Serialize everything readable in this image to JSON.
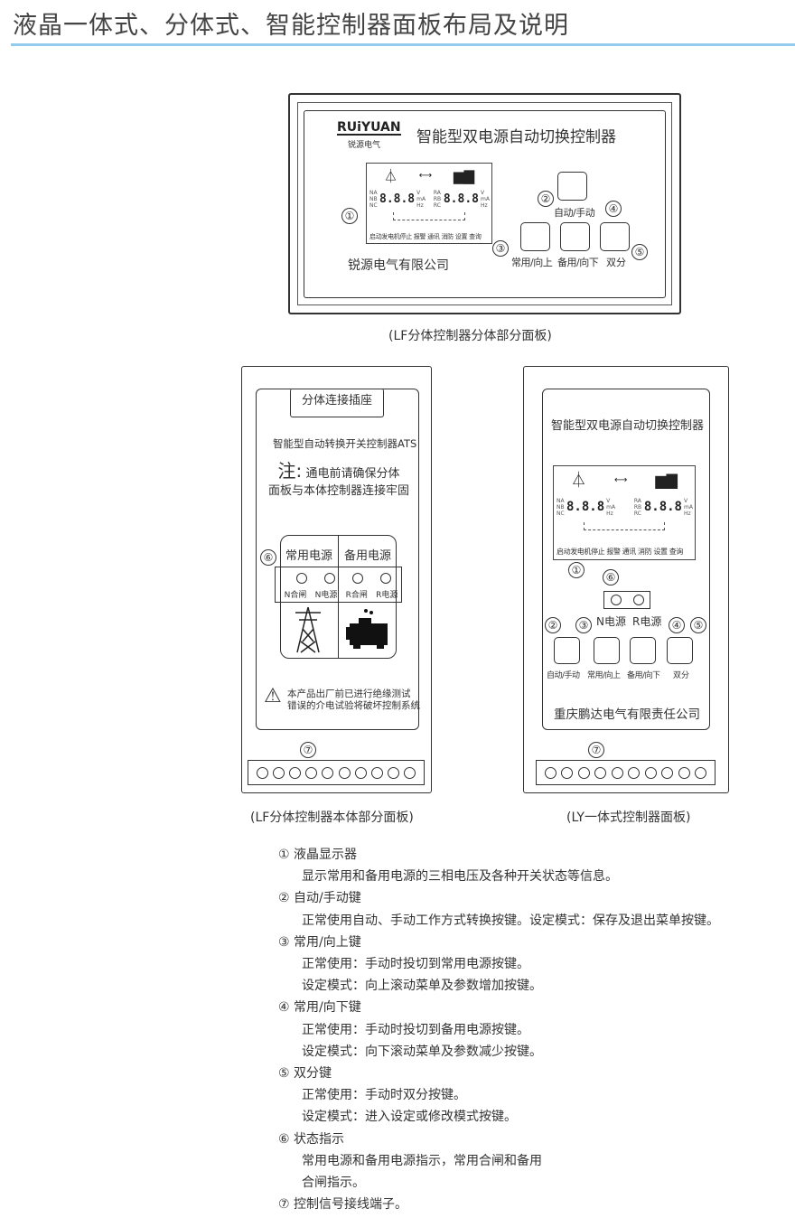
{
  "page": {
    "title": "液晶一体式、分体式、智能控制器面板布局及说明",
    "accent": "#93cbec"
  },
  "split_panel": {
    "logo": "RUiYUAN",
    "logo_cn": "锐源电气",
    "title": "智能型双电源自动切换控制器",
    "company": "锐源电气有限公司",
    "buttons": {
      "auto": "自动/手动",
      "normal": "常用/向上",
      "backup": "备用/向下",
      "off": "双分"
    },
    "caption": "(LF分体控制器分体部分面板)"
  },
  "lcd": {
    "left_phases": "NA NB NC",
    "right_phases": "RA RB RC",
    "digits": "8.8.8",
    "units": "V mA Hz",
    "status_row": "启动发电机停止 报警  通讯  消防  设置  查询"
  },
  "body_panel": {
    "socket": "分体连接插座",
    "title": "智能型自动转换开关控制器ATS",
    "note_label": "注:",
    "note_line1": "通电前请确保分体",
    "note_line2": "面板与本体控制器连接牢固",
    "normal_source": "常用电源",
    "backup_source": "备用电源",
    "indicators": [
      "N合闸",
      "N电源",
      "R合闸",
      "R电源"
    ],
    "warning_line1": "本产品出厂前已进行绝缘测试",
    "warning_line2": "错误的介电试验将破坏控制系统",
    "caption": "(LF分体控制器本体部分面板)"
  },
  "integrated_panel": {
    "title": "智能型双电源自动切换控制器",
    "n_source": "N电源",
    "r_source": "R电源",
    "buttons": [
      "自动/手动",
      "常用/向上",
      "备用/向下",
      "双分"
    ],
    "company": "重庆鹏达电气有限责任公司",
    "caption": "(LY一体式控制器面板)"
  },
  "markers": [
    "①",
    "②",
    "③",
    "④",
    "⑤",
    "⑥",
    "⑦"
  ],
  "descriptions": [
    {
      "head": "① 液晶显示器",
      "lines": [
        "显示常用和备用电源的三相电压及各种开关状态等信息。"
      ]
    },
    {
      "head": "② 自动/手动键",
      "lines": [
        "正常使用自动、手动工作方式转换按键。设定模式：保存及退出菜单按键。"
      ]
    },
    {
      "head": "③ 常用/向上键",
      "lines": [
        "正常使用：手动时投切到常用电源按键。",
        "设定模式：向上滚动菜单及参数增加按键。"
      ]
    },
    {
      "head": "④ 常用/向下键",
      "lines": [
        "正常使用：手动时投切到备用电源按键。",
        "设定模式：向下滚动菜单及参数减少按键。"
      ]
    },
    {
      "head": "⑤ 双分键",
      "lines": [
        "正常使用：手动时双分按键。",
        "设定模式：进入设定或修改模式按键。"
      ]
    },
    {
      "head": "⑥ 状态指示",
      "lines": [
        "常用电源和备用电源指示，常用合闸和备用",
        "合闸指示。"
      ]
    },
    {
      "head": "⑦ 控制信号接线端子。",
      "lines": []
    }
  ]
}
